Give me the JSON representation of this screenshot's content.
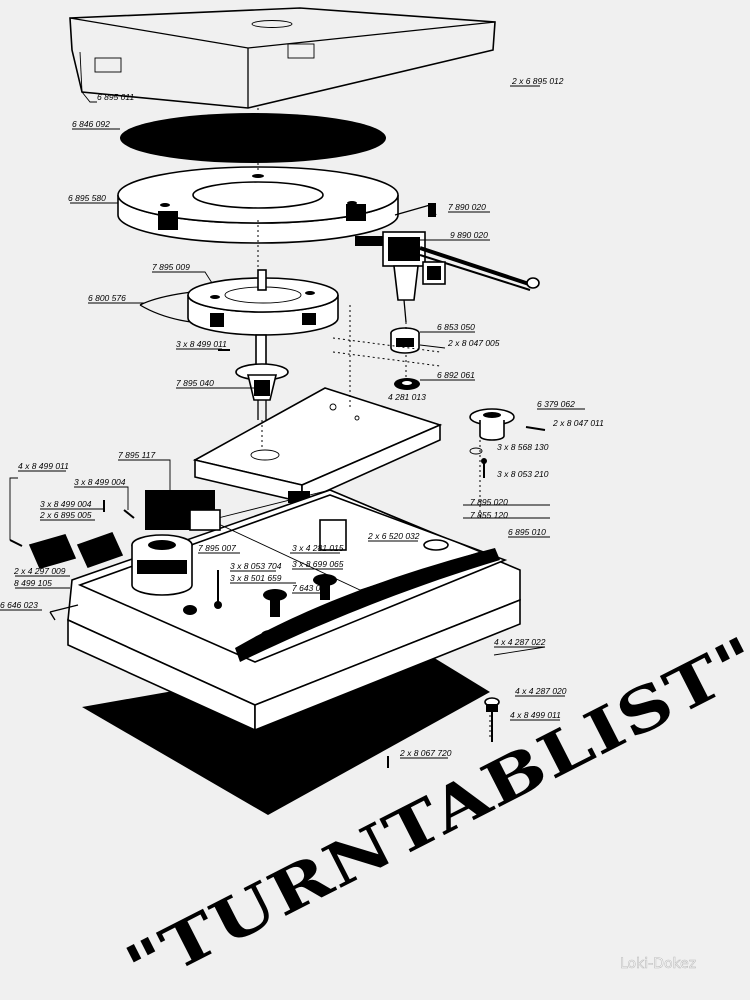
{
  "title": "\"TURNTABLIST\"",
  "credit": "Loki-Dokez",
  "part_labels": [
    "6 895 011",
    "2 x 6 895 012",
    "6 846 092",
    "6 895 580",
    "7 890 020",
    "9 890 020",
    "7 895 009",
    "6 800 576",
    "6 853 050",
    "2 x 8 047 005",
    "3 x 8 499 011",
    "7 895 040",
    "6 892 061",
    "4 281 013",
    "6 379 062",
    "2 x 8 047 011",
    "3 x 8 568 130",
    "3 x 8 053 210",
    "7 895 117",
    "4 x 8 499 011",
    "3 x 8 499 004",
    "3 x 8 499 004",
    "2 x 6 895 005",
    "7 895 020",
    "7 855 120",
    "6 895 010",
    "7 895 007",
    "3 x 4 281 015",
    "2 x 6 520 032",
    "2 x 4 297 009",
    "8 499 105",
    "3 x 8 053 704",
    "3 x 8 699 065",
    "3 x 8 501 659",
    "6 646 023",
    "7 643 010",
    "4 x 4 287 022",
    "4 x 4 287 020",
    "4 x 8 499 011",
    "2 x 8 067 720"
  ],
  "colors": {
    "ink": "#000000",
    "paper": "#f0f0f0"
  }
}
